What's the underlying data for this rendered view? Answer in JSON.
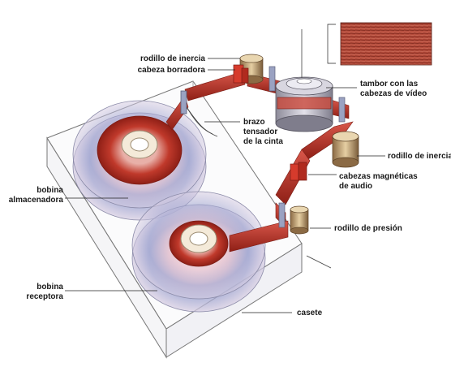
{
  "diagram": {
    "labels": {
      "rodillo_inercia_top": "rodillo de inercia",
      "cabeza_borradora": "cabeza borradora",
      "tambor_1": "tambor con las",
      "tambor_2": "cabezas de vídeo",
      "brazo_1": "brazo",
      "brazo_2": "tensador",
      "brazo_3": "de la cinta",
      "rodillo_inercia_right": "rodillo de inercia",
      "bobina_alm_1": "bobina",
      "bobina_alm_2": "almacenadora",
      "cabezas_audio_1": "cabezas magnéticas",
      "cabezas_audio_2": "de audio",
      "rodillo_presion": "rodillo de presión",
      "bobina_rec_1": "bobina",
      "bobina_rec_2": "receptora",
      "casete": "casete"
    },
    "colors": {
      "tape": "#c0392b",
      "tape_dark": "#8e1f16",
      "reel_blue": "#8e92c4",
      "reel_pink": "#e9c7d0",
      "drum": "#b9b7c4",
      "roller": "#c8a878",
      "inset": "#b44a3a"
    }
  }
}
